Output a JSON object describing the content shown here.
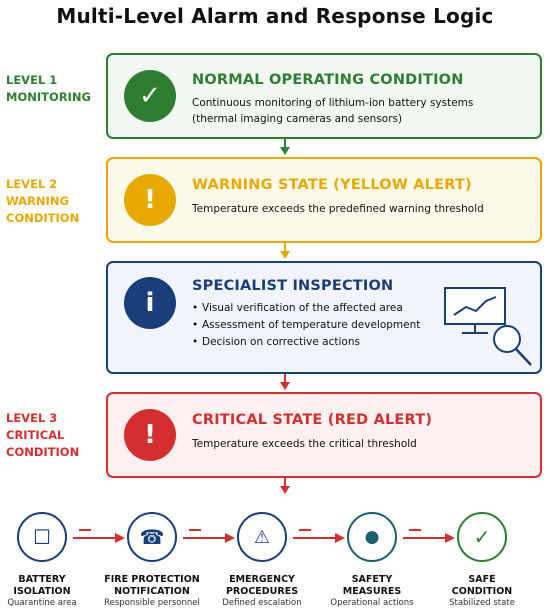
{
  "title": "Multi-Level Alarm and Response Logic",
  "colors": {
    "green": "#2e7d32",
    "yellow": "#e8a800",
    "blue": "#1a3e7a",
    "red": "#d32f2f",
    "teal": "#1a5f6e"
  },
  "levels": [
    {
      "line1": "LEVEL 1",
      "line2": "MONITORING",
      "line3": ""
    },
    {
      "line1": "LEVEL 2",
      "line2": "WARNING",
      "line3": "CONDITION"
    },
    {
      "line1": "LEVEL 3",
      "line2": "CRITICAL",
      "line3": "CONDITION"
    }
  ],
  "boxes": {
    "normal": {
      "icon": "checkmark-icon",
      "title": "NORMAL OPERATING CONDITION",
      "text1": "Continuous monitoring of lithium-ion battery systems",
      "text2": "(thermal imaging cameras and sensors)"
    },
    "warning": {
      "icon": "exclamation-icon",
      "title": "WARNING STATE (YELLOW ALERT)",
      "text1": "Temperature exceeds the predefined warning threshold"
    },
    "inspection": {
      "icon": "info-icon",
      "title": "SPECIALIST INSPECTION",
      "bullets": [
        "Visual verification of the affected area",
        "Assessment of temperature development",
        "Decision on corrective actions"
      ],
      "illustration": "monitor-magnifier-icon"
    },
    "critical": {
      "icon": "exclamation-icon",
      "title": "CRITICAL STATE (RED ALERT)",
      "text1": "Temperature exceeds the critical threshold"
    }
  },
  "response_steps": [
    {
      "label1": "BATTERY",
      "label2": "ISOLATION",
      "sub": "Quarantine area",
      "icon": "square-icon"
    },
    {
      "label1": "FIRE PROTECTION",
      "label2": "NOTIFICATION",
      "sub": "Responsible personnel",
      "icon": "telephone-icon"
    },
    {
      "label1": "EMERGENCY",
      "label2": "PROCEDURES",
      "sub": "Defined escalation",
      "icon": "warning-triangle-icon"
    },
    {
      "label1": "SAFETY",
      "label2": "MEASURES",
      "sub": "Operational actions",
      "icon": "dot-icon"
    },
    {
      "label1": "SAFE",
      "label2": "CONDITION",
      "sub": "Stabilized state",
      "icon": "checkmark-icon"
    }
  ],
  "glyphs": {
    "check": "✓",
    "exclaim": "!",
    "info": "i",
    "square": "☐",
    "phone": "☎",
    "warn": "⚠",
    "dot": "●"
  }
}
